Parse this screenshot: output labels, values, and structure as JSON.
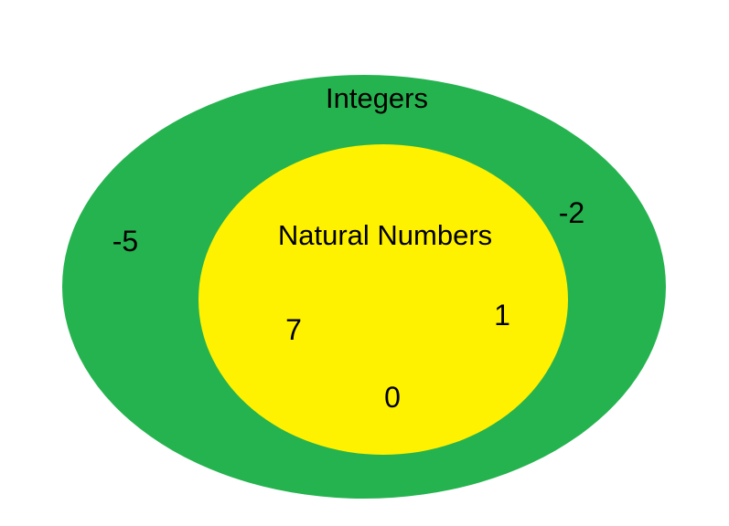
{
  "diagram": {
    "outer_set": {
      "label": "Integers",
      "color": "#25b34f"
    },
    "inner_set": {
      "label": "Natural Numbers",
      "color": "#fff200"
    },
    "outer_only_elements": [
      "-5",
      "-2"
    ],
    "inner_elements": [
      "7",
      "1",
      "0"
    ],
    "text_color": "#000000",
    "background": "#ffffff"
  }
}
